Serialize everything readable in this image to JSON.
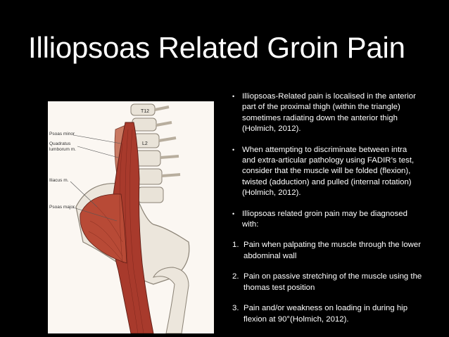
{
  "slide": {
    "title": "Illiopsoas Related Groin Pain",
    "figure_labels": {
      "t12": "T12",
      "l2": "L2",
      "psoas_minor": "Psoas minor",
      "quadratus_line1": "Quadratus",
      "quadratus_line2": "lumborum m.",
      "iliacus": "Iliacus m.",
      "psoas_major": "Psoas major"
    },
    "bullets": [
      "Illiopsoas-Related pain is localised in the anterior part of the proximal thigh (within the triangle) sometimes radiating down the anterior thigh (Holmich, 2012).",
      "When attempting to discriminate between intra and extra-articular pathology using FADIR’s test, consider that the muscle will be folded (flexion), twisted (adduction) and pulled (internal rotation) (Holmich, 2012).",
      "Illiopsoas related groin pain may be diagnosed with:"
    ],
    "numbered": [
      {
        "n": "1.",
        "text": "Pain when palpating the muscle through the lower abdominal wall"
      },
      {
        "n": "2.",
        "text": "Pain on passive stretching of the muscle using the thomas test position"
      },
      {
        "n": "3.",
        "text": "Pain and/or weakness on loading in  during hip flexion at 90°(Holmich, 2012)."
      }
    ]
  }
}
